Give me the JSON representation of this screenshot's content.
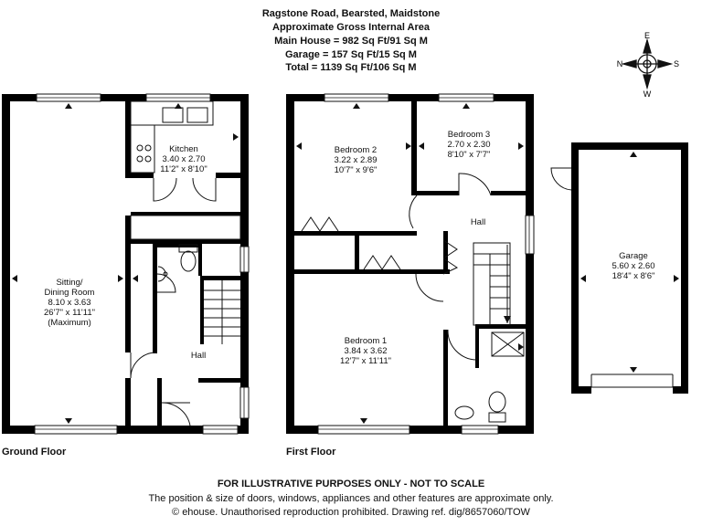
{
  "header": {
    "address": "Ragstone Road, Bearsted, Maidstone",
    "area_title": "Approximate Gross Internal Area",
    "main_house": "Main House = 982 Sq Ft/91 Sq M",
    "garage": "Garage = 157 Sq Ft/15 Sq M",
    "total": "Total = 1139 Sq Ft/106 Sq M"
  },
  "compass": {
    "e": "E",
    "n": "N",
    "s": "S",
    "w": "W"
  },
  "ground_floor": {
    "label": "Ground Floor",
    "sitting": {
      "name": "Sitting/",
      "name2": "Dining Room",
      "metric": "8.10 x 3.63",
      "imperial": "26'7\" x 11'11\"",
      "note": "(Maximum)"
    },
    "kitchen": {
      "name": "Kitchen",
      "metric": "3.40 x 2.70",
      "imperial": "11'2\" x 8'10\""
    },
    "hall": {
      "name": "Hall"
    }
  },
  "first_floor": {
    "label": "First Floor",
    "bedroom2": {
      "name": "Bedroom 2",
      "metric": "3.22 x 2.89",
      "imperial": "10'7\" x 9'6\""
    },
    "bedroom3": {
      "name": "Bedroom 3",
      "metric": "2.70 x 2.30",
      "imperial": "8'10\" x 7'7\""
    },
    "hall": {
      "name": "Hall"
    },
    "bedroom1": {
      "name": "Bedroom 1",
      "metric": "3.84 x 3.62",
      "imperial": "12'7\" x 11'11\""
    }
  },
  "garage": {
    "name": "Garage",
    "metric": "5.60 x 2.60",
    "imperial": "18'4\" x 8'6\""
  },
  "footer": {
    "disclaimer": "FOR ILLUSTRATIVE PURPOSES ONLY - NOT TO SCALE",
    "note": "The position & size of doors, windows, appliances and other features are approximate only.",
    "copyright": "© ehouse. Unauthorised reproduction prohibited. Drawing ref. dig/8657060/TOW"
  }
}
